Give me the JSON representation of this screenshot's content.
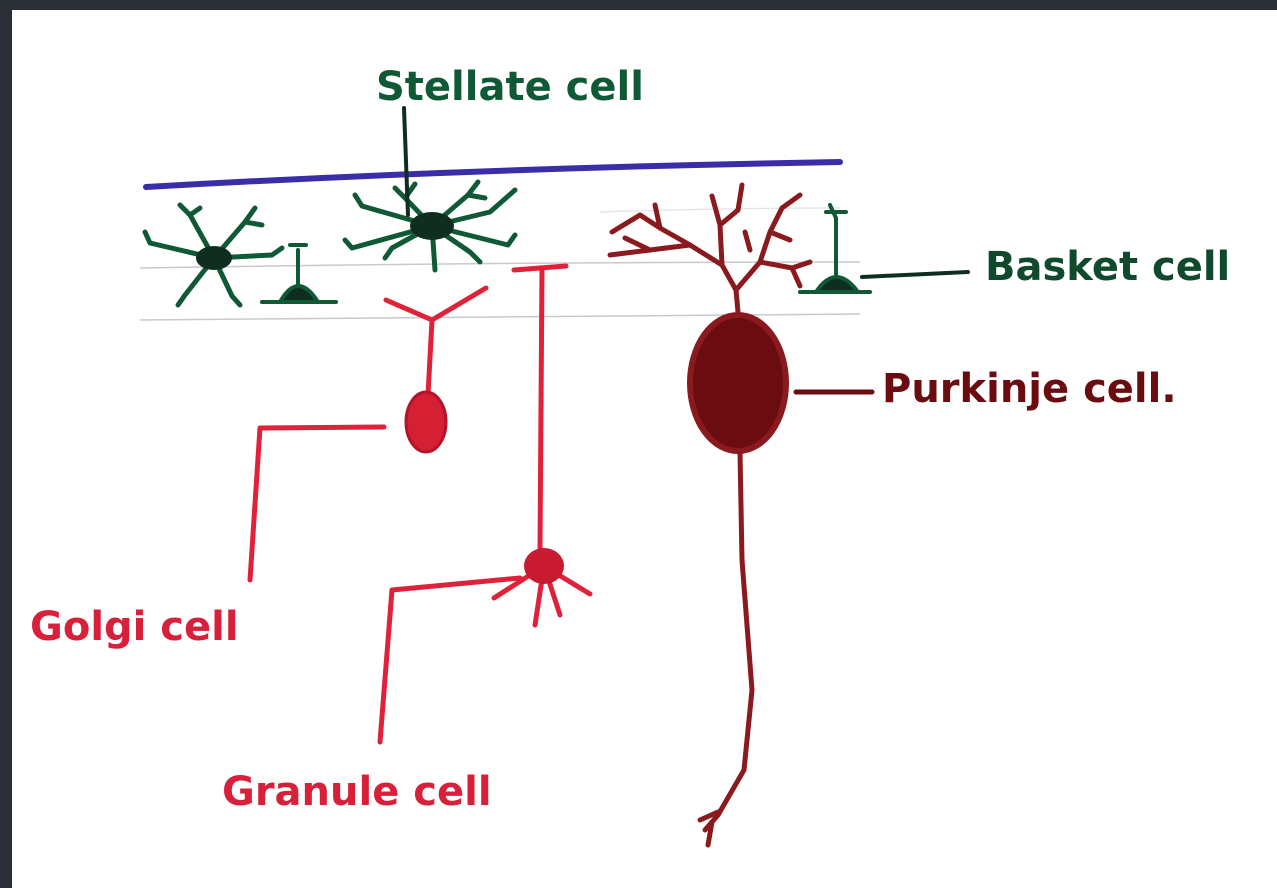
{
  "labels": {
    "stellate": "Stellate cell",
    "basket": "Basket cell",
    "purkinje": "Purkinje cell.",
    "golgi": "Golgi cell",
    "granule": "Granule cell"
  },
  "colors": {
    "frame": "#2b2f36",
    "paper": "#ffffff",
    "surface_line": "#3a2ea8",
    "layer_line": "#c9c9d2",
    "stellate_green": "#0f5a35",
    "basket_green": "#0f5a35",
    "purkinje_brown": "#7a1418",
    "golgi_red": "#e0213a",
    "granule_red": "#e0213a"
  }
}
